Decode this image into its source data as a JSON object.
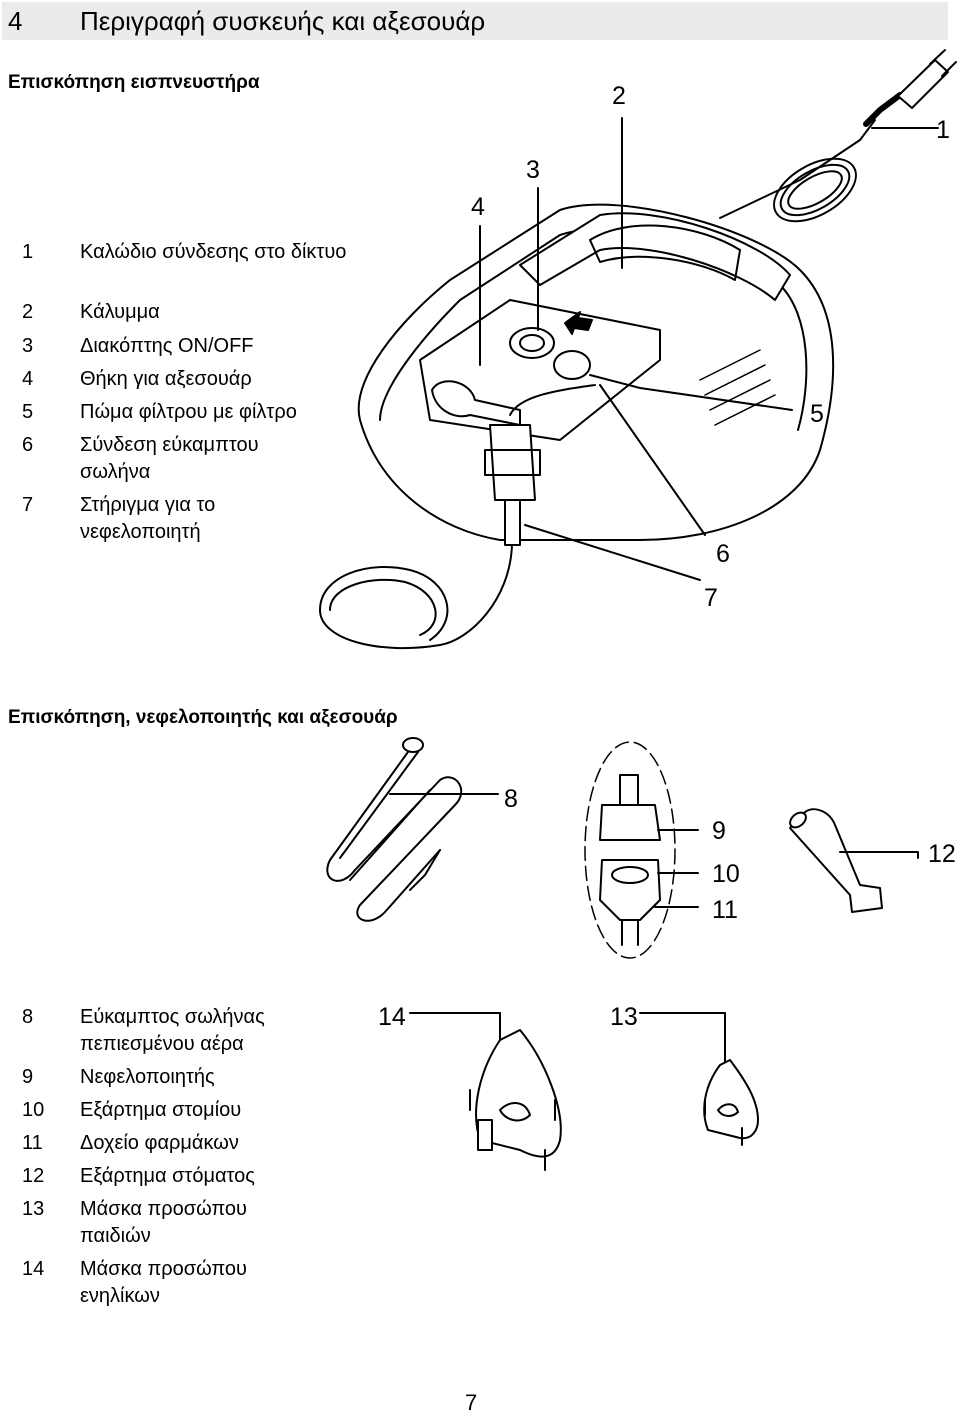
{
  "chapter": {
    "number": "4",
    "title": "Περιγραφή συσκευής και αξεσουάρ"
  },
  "section1": {
    "heading": "Επισκόπηση εισπνευστήρα",
    "items": [
      {
        "num": "1",
        "text": "Καλώδιο σύνδεσης στο δίκτυο"
      },
      {
        "num": "2",
        "text": "Κάλυμμα"
      },
      {
        "num": "3",
        "text": "Διακόπτης ON/OFF"
      },
      {
        "num": "4",
        "text": "Θήκη για αξεσουάρ"
      },
      {
        "num": "5",
        "text": "Πώμα φίλτρου με φίλτρο"
      },
      {
        "num": "6",
        "text": "Σύνδεση εύκαμπτου σωλήνα"
      },
      {
        "num": "7",
        "text": "Στήριγμα για το νεφελοποιητή"
      }
    ],
    "callouts": [
      "1",
      "2",
      "3",
      "4",
      "5",
      "6",
      "7"
    ]
  },
  "section2": {
    "heading": "Επισκόπηση, νεφελοποιητής και αξεσουάρ",
    "items": [
      {
        "num": "8",
        "text": "Εύκαμπτος σωλήνας πεπιεσμένου αέρα"
      },
      {
        "num": "9",
        "text": "Νεφελοποιητής"
      },
      {
        "num": "10",
        "text": "Εξάρτημα στομίου"
      },
      {
        "num": "11",
        "text": "Δοχείο φαρμάκων"
      },
      {
        "num": "12",
        "text": "Εξάρτημα στόματος"
      },
      {
        "num": "13",
        "text": "Μάσκα προσώπου παιδιών"
      },
      {
        "num": "14",
        "text": "Μάσκα προσώπου ενηλίκων"
      }
    ],
    "callouts": [
      "8",
      "9",
      "10",
      "11",
      "12",
      "13",
      "14"
    ]
  },
  "page_number": "7"
}
